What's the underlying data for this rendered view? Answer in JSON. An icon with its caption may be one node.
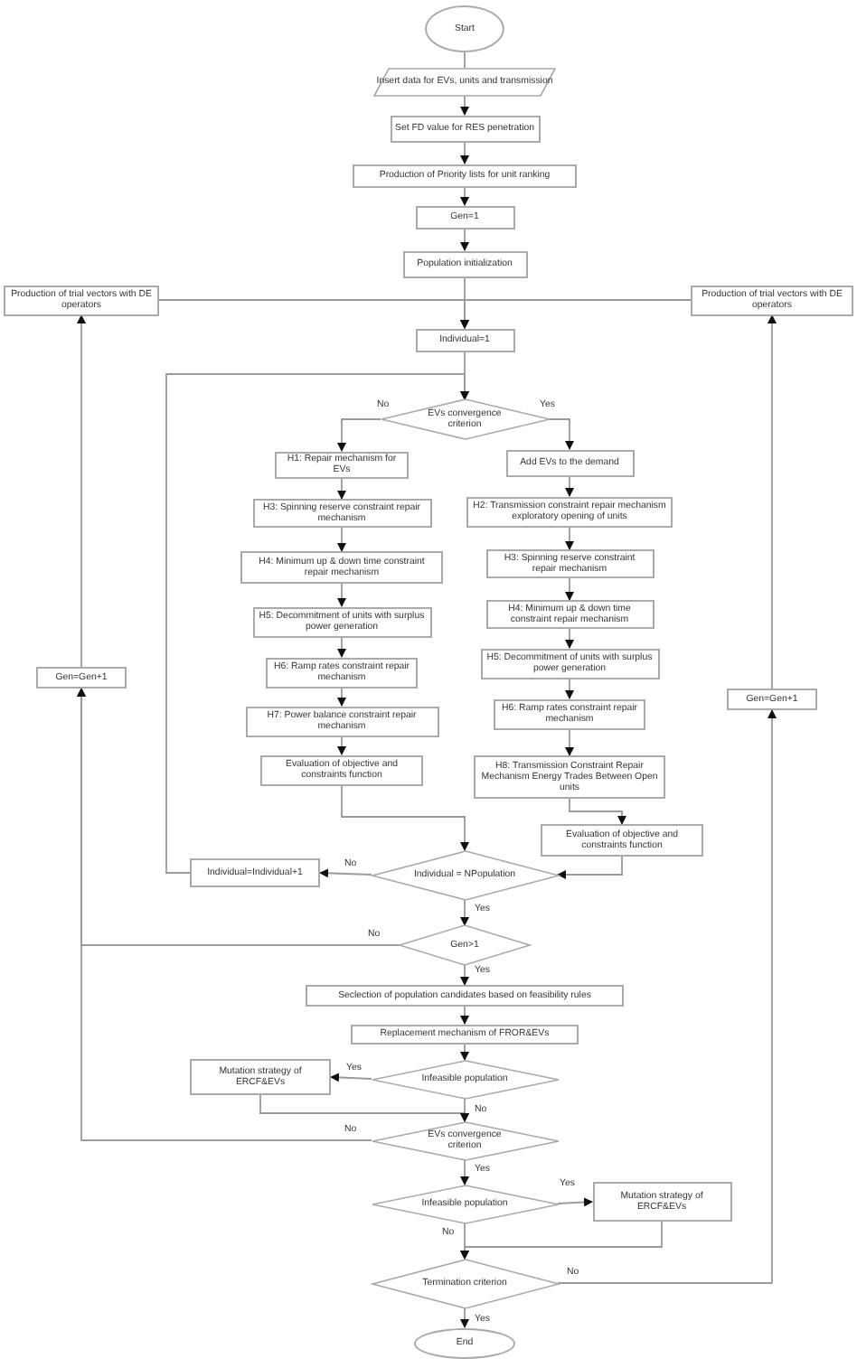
{
  "diagram": {
    "nodes": [
      {
        "text": [
          "Start"
        ]
      },
      {
        "text": [
          "Insert data for EVs, units and transmission"
        ]
      },
      {
        "text": [
          "Set FD value for RES penetration"
        ]
      },
      {
        "text": [
          "Production of Priority lists for unit ranking"
        ]
      },
      {
        "text": [
          "Gen=1"
        ]
      },
      {
        "text": [
          "Population initialization"
        ]
      },
      {
        "text": [
          "Production of trial vectors with DE operators"
        ]
      },
      {
        "text": [
          "Production of trial vectors with DE operators"
        ]
      },
      {
        "text": [
          "Individual=1"
        ]
      },
      {
        "text": [
          "EVs convergence criterion"
        ]
      },
      {
        "text": [
          "H1: Repair mechanism for EVs"
        ]
      },
      {
        "text": [
          "Add EVs to the demand"
        ]
      },
      {
        "text": [
          "H3: Spinning  reserve constraint repair mechanism"
        ]
      },
      {
        "text": [
          "H2: Transmission constraint repair mechanism exploratory opening of units"
        ]
      },
      {
        "text": [
          "H4: Minimum up & down time constraint repair mechanism"
        ]
      },
      {
        "text": [
          "H3: Spinning  reserve constraint repair mechanism"
        ]
      },
      {
        "text": [
          "H5: Decommitment of units with surplus power generation"
        ]
      },
      {
        "text": [
          "H4: Minimum up & down time constraint repair mechanism"
        ]
      },
      {
        "text": [
          "H6: Ramp rates constraint repair mechanism"
        ]
      },
      {
        "text": [
          "H5: Decommitment of units with surplus power generation"
        ]
      },
      {
        "text": [
          "H7: Power balance constraint repair mechanism"
        ]
      },
      {
        "text": [
          "H6: Ramp rates constraint repair mechanism"
        ]
      },
      {
        "text": [
          "Evaluation of objective and constraints function"
        ]
      },
      {
        "text": [
          "H8: Transmission Constraint Repair Mechanism Energy Trades Between Open units"
        ]
      },
      {
        "text": [
          "Evaluation of objective and constraints function"
        ]
      },
      {
        "text": [
          "Individual = NPopulation"
        ]
      },
      {
        "text": [
          "Individual=Individual+1"
        ]
      },
      {
        "text": [
          "Gen=Gen+1"
        ]
      },
      {
        "text": [
          "Gen=Gen+1"
        ]
      },
      {
        "text": [
          "Gen>1"
        ]
      },
      {
        "text": [
          "Seclection of population candidates based on feasibility rules"
        ]
      },
      {
        "text": [
          "Replacement mechanism of FROR&EVs"
        ]
      },
      {
        "text": [
          "Infeasible population"
        ]
      },
      {
        "text": [
          "Mutation strategy of ERCF&EVs"
        ]
      },
      {
        "text": [
          "EVs convergence criterion"
        ]
      },
      {
        "text": [
          "Infeasible population"
        ]
      },
      {
        "text": [
          "Mutation strategy of ERCF&EVs"
        ]
      },
      {
        "text": [
          "Termination criterion"
        ]
      },
      {
        "text": [
          "End"
        ]
      }
    ],
    "edges": [
      {
        "from": 0,
        "to": 1,
        "arrow": "none"
      },
      {
        "from": 1,
        "to": 2,
        "arrow": "to"
      },
      {
        "from": 2,
        "to": 3,
        "arrow": "to"
      },
      {
        "from": 3,
        "to": 4,
        "arrow": "to"
      },
      {
        "from": 4,
        "to": 5,
        "arrow": "to"
      },
      {
        "from": 5,
        "to": 8,
        "arrow": "to"
      },
      {
        "from": 6,
        "to": 8,
        "arrow": "to"
      },
      {
        "from": 7,
        "to": 8,
        "arrow": "to"
      },
      {
        "from": 8,
        "to": 9,
        "arrow": "to"
      },
      {
        "from": 9,
        "to": 10,
        "label": "No",
        "arrow": "to"
      },
      {
        "from": 9,
        "to": 11,
        "label": "Yes",
        "arrow": "to"
      },
      {
        "from": 10,
        "to": 12,
        "arrow": "to"
      },
      {
        "from": 12,
        "to": 14,
        "arrow": "to"
      },
      {
        "from": 14,
        "to": 16,
        "arrow": "to"
      },
      {
        "from": 16,
        "to": 18,
        "arrow": "to"
      },
      {
        "from": 18,
        "to": 20,
        "arrow": "to"
      },
      {
        "from": 20,
        "to": 22,
        "arrow": "to"
      },
      {
        "from": 22,
        "to": 25,
        "arrow": "to"
      },
      {
        "from": 11,
        "to": 13,
        "arrow": "to"
      },
      {
        "from": 13,
        "to": 15,
        "arrow": "to"
      },
      {
        "from": 15,
        "to": 17,
        "arrow": "to"
      },
      {
        "from": 17,
        "to": 19,
        "arrow": "to"
      },
      {
        "from": 19,
        "to": 21,
        "arrow": "to"
      },
      {
        "from": 21,
        "to": 23,
        "arrow": "to"
      },
      {
        "from": 23,
        "to": 24,
        "arrow": "to"
      },
      {
        "from": 24,
        "to": 25,
        "arrow": "to"
      },
      {
        "from": 25,
        "to": 26,
        "label": "No",
        "arrow": "to"
      },
      {
        "from": 26,
        "to": 9,
        "arrow": "to"
      },
      {
        "from": 25,
        "to": 29,
        "label": "Yes",
        "arrow": "to"
      },
      {
        "from": 29,
        "to": 27,
        "label": "No",
        "arrow": "to"
      },
      {
        "from": 27,
        "to": 6,
        "arrow": "to"
      },
      {
        "from": 34,
        "to": 27,
        "label": "No",
        "arrow": "to"
      },
      {
        "from": 29,
        "to": 30,
        "label": "Yes",
        "arrow": "to"
      },
      {
        "from": 30,
        "to": 31,
        "arrow": "to"
      },
      {
        "from": 31,
        "to": 32,
        "arrow": "to"
      },
      {
        "from": 32,
        "to": 33,
        "label": "Yes",
        "arrow": "to"
      },
      {
        "from": 33,
        "to": 34,
        "arrow": "to"
      },
      {
        "from": 32,
        "to": 34,
        "label": "No",
        "arrow": "to"
      },
      {
        "from": 34,
        "to": 35,
        "label": "Yes",
        "arrow": "to"
      },
      {
        "from": 35,
        "to": 36,
        "label": "Yes",
        "arrow": "to"
      },
      {
        "from": 36,
        "to": 37,
        "arrow": "to"
      },
      {
        "from": 35,
        "to": 37,
        "label": "No",
        "arrow": "to"
      },
      {
        "from": 37,
        "to": 38,
        "label": "Yes",
        "arrow": "to"
      },
      {
        "from": 37,
        "to": 28,
        "label": "No",
        "arrow": "to"
      },
      {
        "from": 28,
        "to": 7,
        "arrow": "to"
      }
    ]
  }
}
